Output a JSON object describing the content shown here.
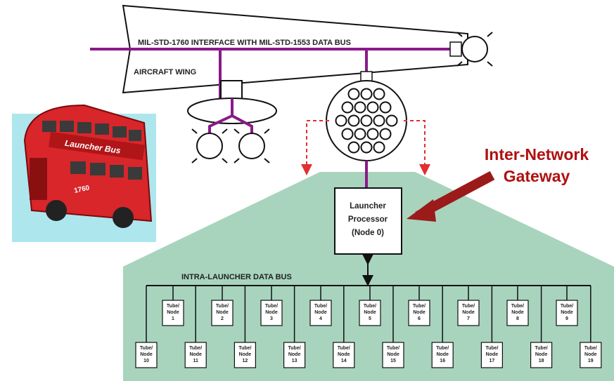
{
  "wing": {
    "interface_label": "MIL-STD-1760 INTERFACE WITH MIL-STD-1553 DATA BUS",
    "wing_label": "AIRCRAFT WING"
  },
  "gateway": {
    "line1": "Inter-Network",
    "line2": "Gateway"
  },
  "processor": {
    "line1": "Launcher",
    "line2": "Processor",
    "line3": "(Node 0)"
  },
  "intra_bus_label": "INTRA-LAUNCHER DATA BUS",
  "bus_clipart": {
    "sign": "Launcher Bus",
    "number": "1760"
  },
  "top_nodes": [
    {
      "l1": "Tube/",
      "l2": "Node",
      "n": "1"
    },
    {
      "l1": "Tube/",
      "l2": "Node",
      "n": "2"
    },
    {
      "l1": "Tube/",
      "l2": "Node",
      "n": "3"
    },
    {
      "l1": "Tube/",
      "l2": "Node",
      "n": "4"
    },
    {
      "l1": "Tube/",
      "l2": "Node",
      "n": "5"
    },
    {
      "l1": "Tube/",
      "l2": "Node",
      "n": "6"
    },
    {
      "l1": "Tube/",
      "l2": "Node",
      "n": "7"
    },
    {
      "l1": "Tube/",
      "l2": "Node",
      "n": "8"
    },
    {
      "l1": "Tube/",
      "l2": "Node",
      "n": "9"
    }
  ],
  "bottom_nodes": [
    {
      "l1": "Tube/",
      "l2": "Node",
      "n": "10"
    },
    {
      "l1": "Tube/",
      "l2": "Node",
      "n": "11"
    },
    {
      "l1": "Tube/",
      "l2": "Node",
      "n": "12"
    },
    {
      "l1": "Tube/",
      "l2": "Node",
      "n": "13"
    },
    {
      "l1": "Tube/",
      "l2": "Node",
      "n": "14"
    },
    {
      "l1": "Tube/",
      "l2": "Node",
      "n": "15"
    },
    {
      "l1": "Tube/",
      "l2": "Node",
      "n": "16"
    },
    {
      "l1": "Tube/",
      "l2": "Node",
      "n": "17"
    },
    {
      "l1": "Tube/",
      "l2": "Node",
      "n": "18"
    },
    {
      "l1": "Tube/",
      "l2": "Node",
      "n": "19"
    }
  ],
  "colors": {
    "bus_line": "#8a1a8a",
    "launcher_fill": "#a8d4be",
    "arrow": "#9b1b1b",
    "dashed": "#e03030",
    "gateway_text": "#b01010"
  }
}
